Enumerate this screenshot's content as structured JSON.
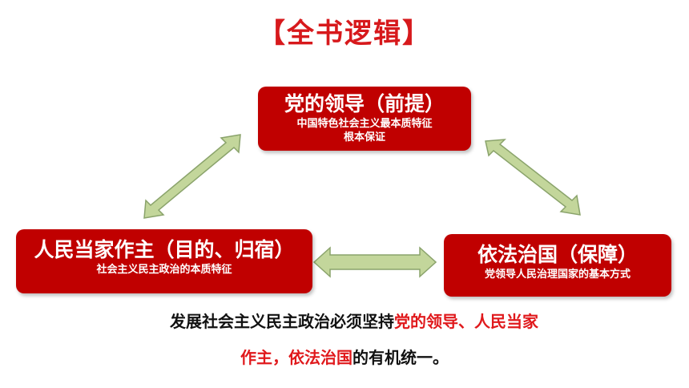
{
  "title": "【全书逻辑】",
  "nodes": {
    "top": {
      "main": "党的领导（前提）",
      "sub1": "中国特色社会主义最本质特征",
      "sub2": "根本保证"
    },
    "left": {
      "main": "人民当家作主（目的、归宿）",
      "sub1": "社会主义民主政治的本质特征"
    },
    "right": {
      "main": "依法治国（保障）",
      "sub1": "党领导人民治理国家的基本方式"
    }
  },
  "conclusion": {
    "line1_black": "发展社会主义民主政治必须坚持",
    "line1_red": "党的领导、人民当家",
    "line2_red": "作主，依法治国",
    "line2_black": "的有机统一。"
  },
  "colors": {
    "box": "#c00000",
    "title": "#d7191c",
    "highlight": "#e0191c",
    "arrow_fill": "#c3d69b",
    "arrow_stroke": "#8aa36b"
  }
}
